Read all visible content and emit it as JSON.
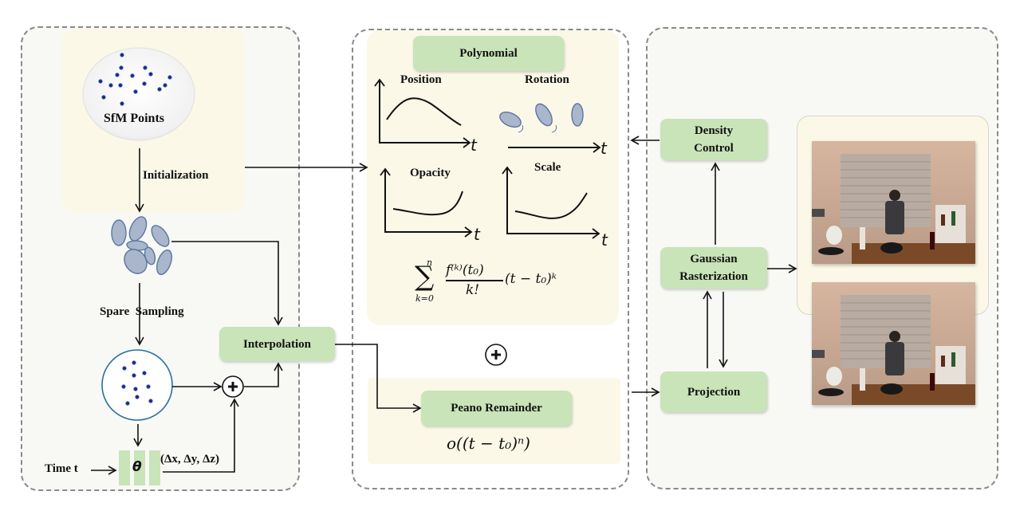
{
  "left_panel": {
    "sfm_label": "SfM Points",
    "init_label": "Initialization",
    "sampling_label": "Spare  Sampling",
    "time_label": "Time t",
    "theta_label": "θ",
    "delta_label": "(Δx, Δy, Δz)",
    "interpolation_label": "Interpolation"
  },
  "middle_panel": {
    "polynomial_label": "Polynomial",
    "position_label": "Position",
    "rotation_label": "Rotation",
    "opacity_label": "Opacity",
    "scale_label": "Scale",
    "axis_var": "t",
    "taylor_sum_top": "n",
    "taylor_sum_bottom": "k=0",
    "taylor_numerator": "f⁽ᵏ⁾(t₀)",
    "taylor_denominator": "k!",
    "taylor_tail": "(t − t₀)ᵏ",
    "peano_label": "Peano Remainder",
    "peano_formula": "o((t − t₀)ⁿ)"
  },
  "right_panel": {
    "density_label": "Density Control",
    "raster_label": "Gaussian Rasterization",
    "projection_label": "Projection",
    "images": [
      "rendered kitchen scene (top)",
      "rendered kitchen scene (bottom)"
    ]
  },
  "colors": {
    "green_box": "#c9e4b8",
    "cream": "#fbf8e8",
    "panel_bg": "#f8f9f5",
    "ellipse_fill": "#a9b6cc",
    "ellipse_stroke": "#5b76a0",
    "dot": "#1a2a7a",
    "circle_stroke": "#2a6fa0"
  }
}
